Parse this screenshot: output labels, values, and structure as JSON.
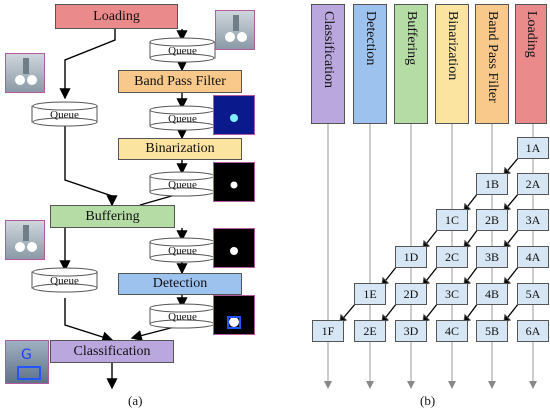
{
  "panel_a": {
    "caption": "(a)",
    "stages": {
      "loading": "Loading",
      "bandpass": "Band Pass Filter",
      "binarization": "Binarization",
      "buffering": "Buffering",
      "detection": "Detection",
      "classification": "Classification"
    },
    "queue_label": "Queue"
  },
  "panel_b": {
    "caption": "(b)",
    "columns": [
      "Classification",
      "Detection",
      "Buffering",
      "Binarization",
      "Band Pass Filter",
      "Loading"
    ],
    "cells": {
      "r1": [
        "1A"
      ],
      "r2": [
        "1B",
        "2A"
      ],
      "r3": [
        "1C",
        "2B",
        "3A"
      ],
      "r4": [
        "1D",
        "2C",
        "3B",
        "4A"
      ],
      "r5": [
        "1E",
        "2D",
        "3C",
        "4B",
        "5A"
      ],
      "r6": [
        "1F",
        "2E",
        "3D",
        "4C",
        "5B",
        "6A"
      ]
    }
  },
  "colors": {
    "loading": "#ea8a8a",
    "bandpass": "#f8c98a",
    "binarization": "#fbe3a0",
    "buffering": "#b6dca6",
    "detection": "#9ec2ee",
    "classification": "#b9a7dd",
    "cell": "#d6e6f5"
  }
}
